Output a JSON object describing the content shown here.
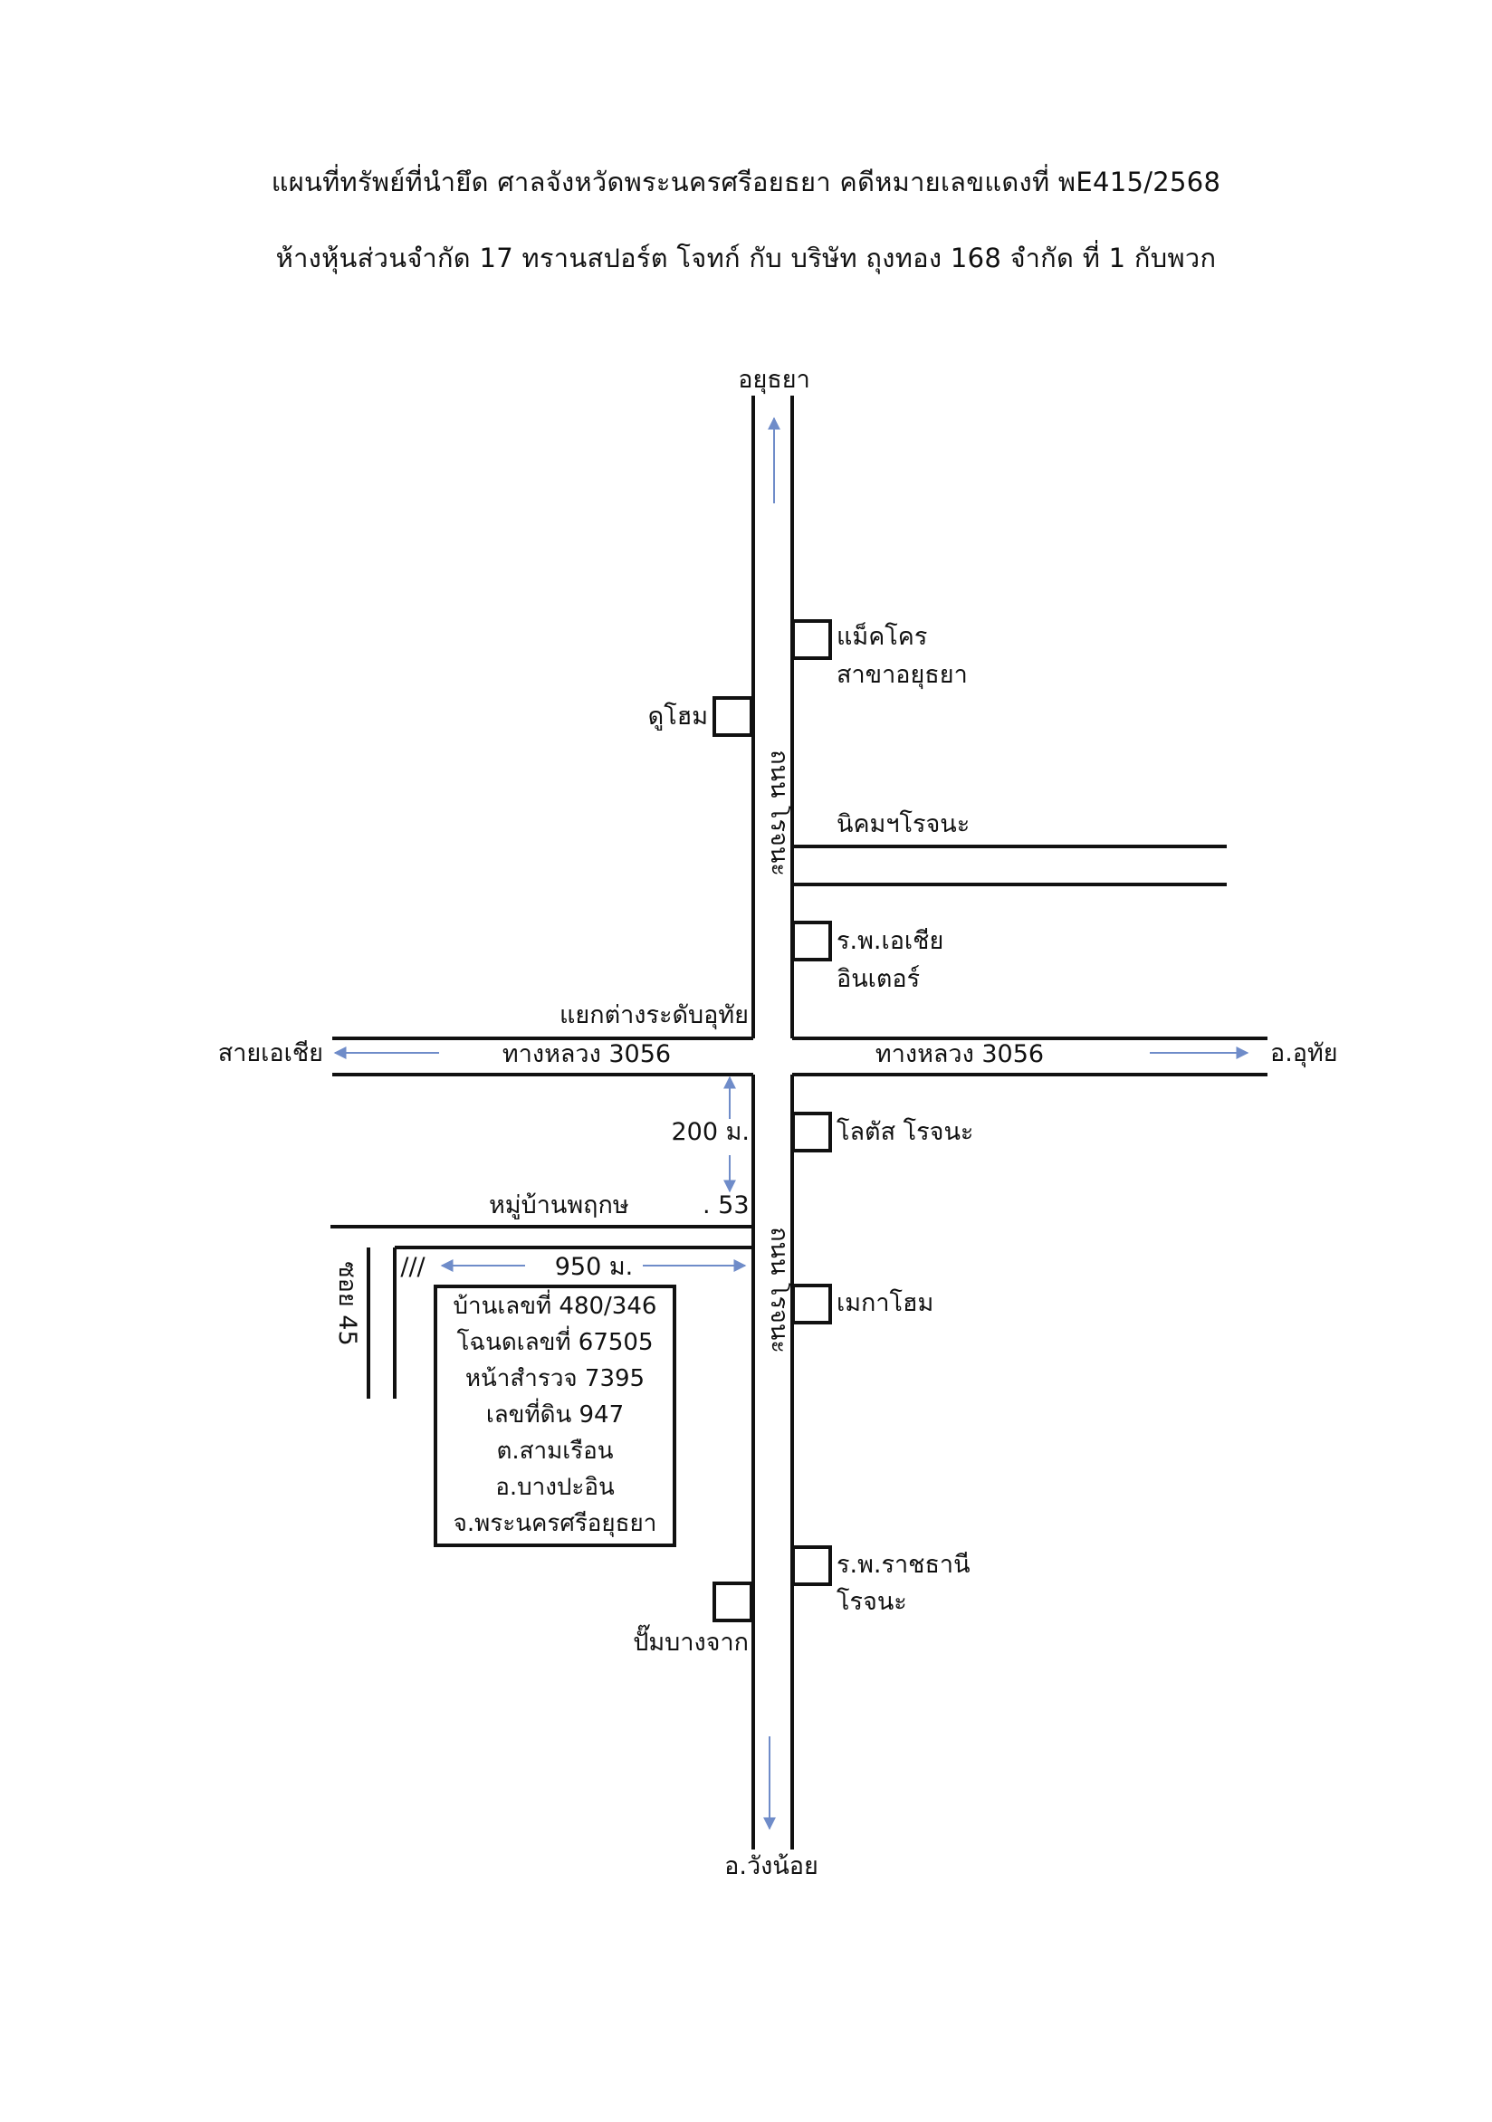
{
  "header": {
    "line1": "แผนที่ทรัพย์ที่นำยึด ศาลจังหวัดพระนครศรีอยธยา คดีหมายเลขแดงที่ พE415/2568",
    "line2": "ห้างหุ้นส่วนจำกัด 17 ทรานสปอร์ต โจทก์ กับ บริษัท ถุงทอง 168 จำกัด ที่ 1 กับพวก"
  },
  "map": {
    "destinations": {
      "north": "อยุธยา",
      "south": "อ.วังน้อย",
      "west": "สายเอเชีย",
      "east": "อ.อุทัย"
    },
    "roads": {
      "main_road_upper": "ถนน โรจนะ",
      "main_road_lower": "ถนน โรจนะ",
      "highway_west": "ทางหลวง 3056",
      "highway_east": "ทางหลวง 3056",
      "junction": "แยกต่างระดับอุทัย",
      "estate_road": "นิคมฯโรจนะ",
      "village": "หมู่บ้านพฤกษ",
      "village_no": ". 53",
      "soi": "ซอย 45"
    },
    "distances": {
      "from_junction": "200 ม.",
      "from_main_road": "950 ม."
    },
    "landmarks": {
      "makro_line1": "แม็คโคร",
      "makro_line2": "สาขาอยุธยา",
      "dohome": "ดูโฮม",
      "hospital_asia_line1": "ร.พ.เอเชีย",
      "hospital_asia_line2": "อินเตอร์",
      "lotus": "โลตัส โรจนะ",
      "megahome": "เมกาโฮม",
      "hospital_rajthanee_line1": "ร.พ.ราชธานี",
      "hospital_rajthanee_line2": "โรจนะ",
      "gas_station": "ปั๊มบางจาก"
    },
    "property": {
      "marker": "///",
      "lines": [
        "บ้านเลขที่ 480/346",
        "โฉนดเลขที่ 67505",
        "หน้าสำรวจ 7395",
        "เลขที่ดิน 947",
        "ต.สามเรือน",
        "อ.บางปะอิน",
        "จ.พระนครศรีอยุธยา"
      ]
    }
  },
  "colors": {
    "road": "#111111",
    "arrow": "#6f8cc9"
  }
}
